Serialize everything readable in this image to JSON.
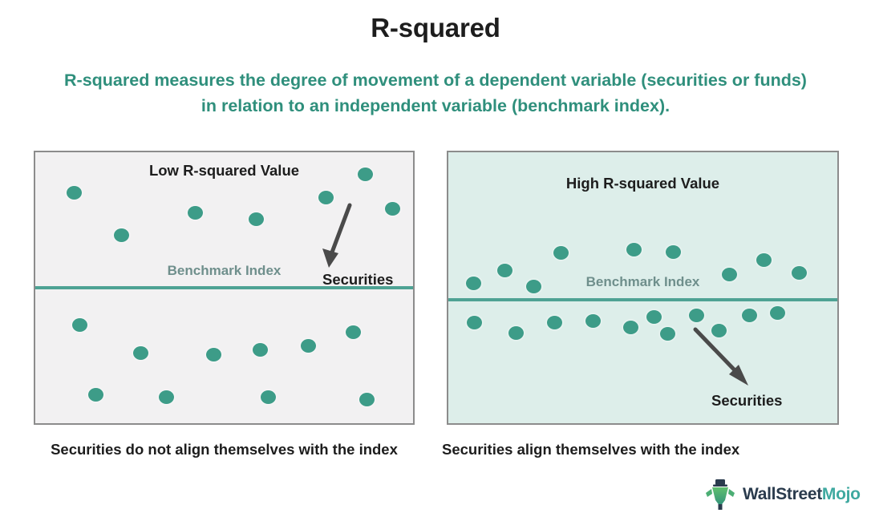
{
  "title": "R-squared",
  "subtitle": "R-squared measures the degree of movement of a dependent variable (securities or funds) in relation to an independent variable (benchmark index).",
  "colors": {
    "heading": "#1d1d1d",
    "subtitle_teal": "#2f8f7c",
    "dot": "#3d9c88",
    "benchmark_line": "#4ea294",
    "benchmark_label": "#6f8f8c",
    "panel_border": "#8c8c8c",
    "panel_low_bg": "#f2f1f2",
    "panel_high_bg": "#ddeeea",
    "arrow": "#4a4a4a",
    "logo_wall": "#2a3b4d",
    "logo_mojo": "#3fa9a0"
  },
  "panels": [
    {
      "id": "low",
      "title": "Low R-squared Value",
      "benchmark_label": "Benchmark Index",
      "annotation_label": "Securities",
      "caption": "Securities do not align themselves with the index"
    },
    {
      "id": "high",
      "title": "High R-squared Value",
      "benchmark_label": "Benchmark Index",
      "annotation_label": "Securities",
      "caption": "Securities align themselves with the index"
    }
  ],
  "logo": {
    "icon": "wallstreetmojo-bull-icon",
    "text_primary": "WallStreet",
    "text_secondary": "Mojo"
  },
  "chart_data": {
    "type": "scatter",
    "title": "R-squared",
    "subtitle": "R-squared measures the degree of movement of a dependent variable (securities or funds) in relation to an independent variable (benchmark index).",
    "xlabel": "",
    "ylabel": "",
    "grid": false,
    "legend_position": "none",
    "panels": [
      {
        "name": "Low R-squared Value",
        "benchmark_line_y": 167,
        "xlim": [
          0,
          475
        ],
        "ylim": [
          0,
          342
        ],
        "note": "Points scattered widely above and below the benchmark index line",
        "points": [
          {
            "x": 48,
            "y": 50
          },
          {
            "x": 107,
            "y": 103
          },
          {
            "x": 199,
            "y": 75
          },
          {
            "x": 275,
            "y": 83
          },
          {
            "x": 362,
            "y": 56
          },
          {
            "x": 411,
            "y": 27
          },
          {
            "x": 445,
            "y": 70
          },
          {
            "x": 55,
            "y": 215
          },
          {
            "x": 131,
            "y": 250
          },
          {
            "x": 75,
            "y": 302
          },
          {
            "x": 163,
            "y": 305
          },
          {
            "x": 222,
            "y": 252
          },
          {
            "x": 280,
            "y": 246
          },
          {
            "x": 290,
            "y": 305
          },
          {
            "x": 340,
            "y": 241
          },
          {
            "x": 396,
            "y": 224
          },
          {
            "x": 413,
            "y": 308
          }
        ]
      },
      {
        "name": "High R-squared Value",
        "benchmark_line_y": 182,
        "xlim": [
          0,
          489
        ],
        "ylim": [
          0,
          342
        ],
        "note": "Points clustered tightly around the benchmark index line",
        "points": [
          {
            "x": 31,
            "y": 163
          },
          {
            "x": 70,
            "y": 147
          },
          {
            "x": 106,
            "y": 167
          },
          {
            "x": 140,
            "y": 125
          },
          {
            "x": 231,
            "y": 121
          },
          {
            "x": 280,
            "y": 124
          },
          {
            "x": 350,
            "y": 152
          },
          {
            "x": 393,
            "y": 134
          },
          {
            "x": 437,
            "y": 150
          },
          {
            "x": 32,
            "y": 212
          },
          {
            "x": 84,
            "y": 225
          },
          {
            "x": 132,
            "y": 212
          },
          {
            "x": 180,
            "y": 210
          },
          {
            "x": 227,
            "y": 218
          },
          {
            "x": 256,
            "y": 205
          },
          {
            "x": 273,
            "y": 226
          },
          {
            "x": 309,
            "y": 203
          },
          {
            "x": 337,
            "y": 222
          },
          {
            "x": 375,
            "y": 203
          },
          {
            "x": 410,
            "y": 200
          }
        ]
      }
    ]
  }
}
